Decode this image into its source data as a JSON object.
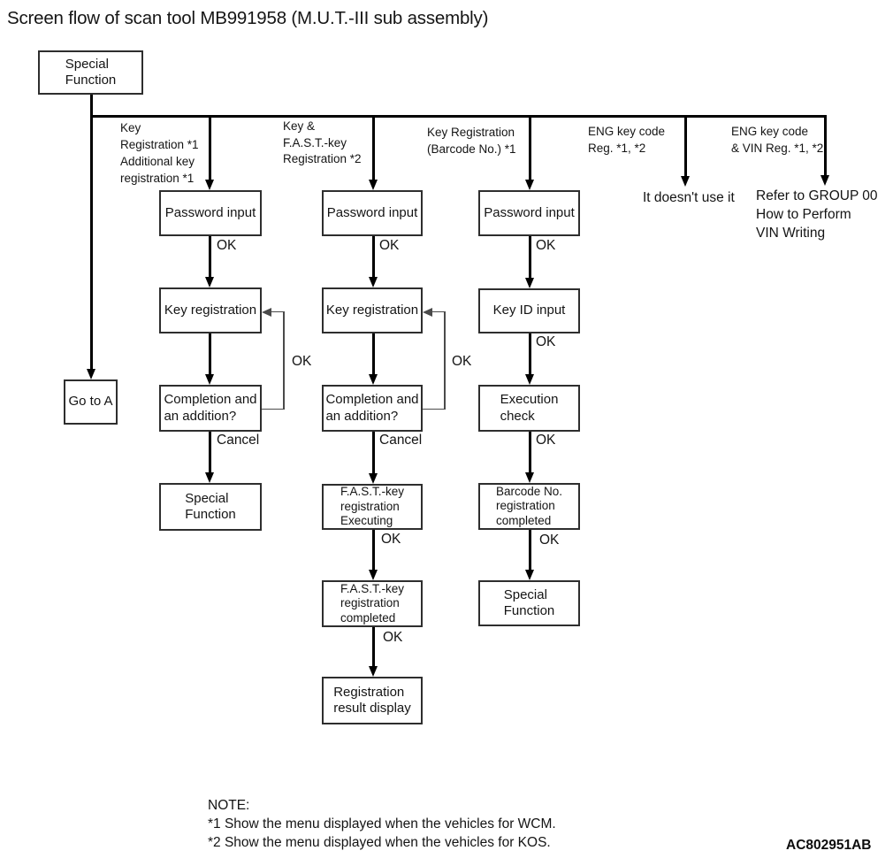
{
  "title": "Screen flow of scan tool MB991958 (M.U.T.-III sub assembly)",
  "figure_code": "AC802951AB",
  "note": {
    "heading": "NOTE:",
    "items": [
      "*1 Show the menu displayed when the vehicles for WCM.",
      "*2 Show the menu displayed when the vehicles for KOS."
    ]
  },
  "flow": {
    "start": "Special\nFunction",
    "goto_a": "Go to A",
    "branches": {
      "key_registration": "Key\nRegistration *1",
      "additional_key_registration": "Additional key\nregistration *1",
      "key_fast_registration": "Key &\nF.A.S.T.-key\nRegistration *2",
      "key_registration_barcode": "Key Registration\n(Barcode No.) *1",
      "eng_key_code_reg": "ENG key code\nReg. *1, *2",
      "eng_key_code_vin_reg": "ENG key code\n& VIN Reg. *1, *2"
    },
    "col1": {
      "password": "Password input",
      "key_registration": "Key registration",
      "completion": "Completion and\nan addition?",
      "special_function": "Special\nFunction",
      "ok": "OK",
      "loop_ok": "OK",
      "cancel": "Cancel"
    },
    "col2": {
      "password": "Password input",
      "key_registration": "Key registration",
      "completion": "Completion and\nan addition?",
      "fast_executing": "F.A.S.T.-key\nregistration\nExecuting",
      "fast_completed": "F.A.S.T.-key\nregistration\ncompleted",
      "result_display": "Registration\nresult display",
      "ok": "OK",
      "loop_ok": "OK",
      "cancel": "Cancel",
      "ok2": "OK",
      "ok3": "OK"
    },
    "col3": {
      "password": "Password input",
      "key_id_input": "Key ID input",
      "execution_check": "Execution\ncheck",
      "barcode_completed": "Barcode No.\nregistration\ncompleted",
      "special_function": "Special\nFunction",
      "ok": "OK",
      "ok2": "OK",
      "ok3": "OK",
      "ok4": "OK"
    },
    "col4_note": "It doesn't use it",
    "col5_note": "Refer to GROUP 00\nHow to Perform\nVIN Writing"
  }
}
